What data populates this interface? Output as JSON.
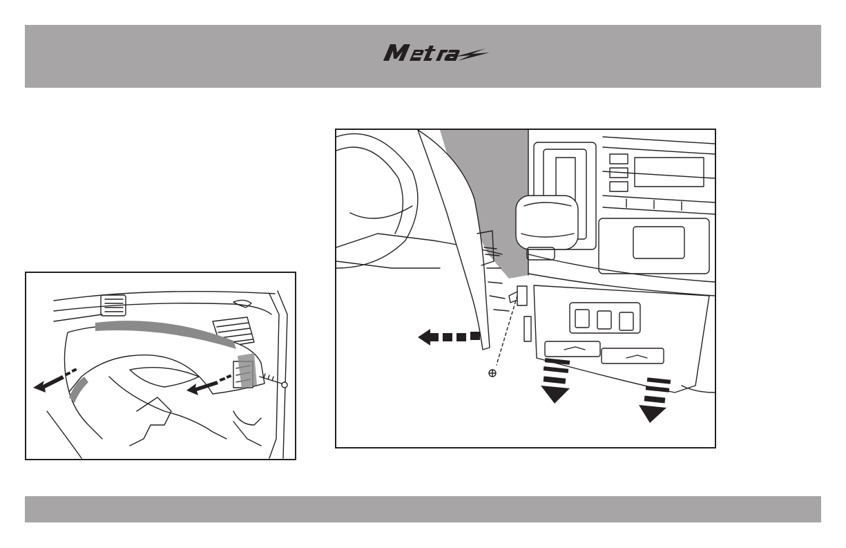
{
  "header": {
    "logo_text": "Metra",
    "band_color": "#a7a5a6"
  },
  "figures": [
    {
      "name": "dash-trim-removal-left",
      "icon": "dashboard-lower-panel-illustration"
    },
    {
      "name": "dash-trim-removal-right",
      "icon": "center-console-panel-illustration"
    }
  ],
  "footer": {
    "band_color": "#a7a5a6"
  },
  "colors": {
    "line": "#231f20",
    "shade": "#8a8a8a",
    "light_shade": "#a7a5a6"
  }
}
